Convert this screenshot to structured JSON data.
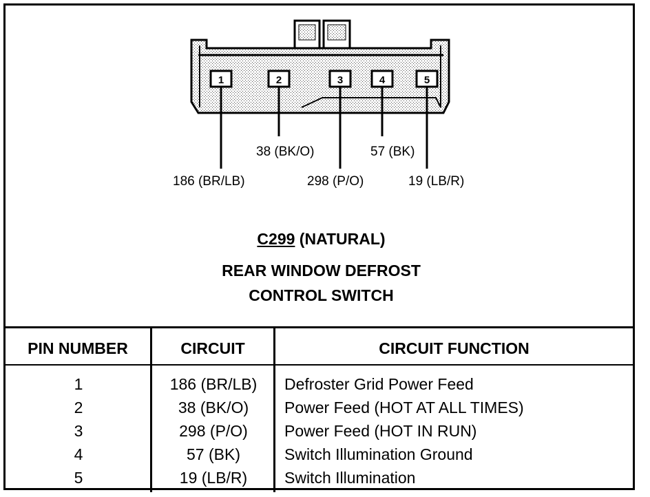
{
  "diagram": {
    "pins": [
      {
        "number": "1",
        "wire_label": "186 (BR/LB)"
      },
      {
        "number": "2",
        "wire_label": "38 (BK/O)"
      },
      {
        "number": "3",
        "wire_label": "298 (P/O)"
      },
      {
        "number": "4",
        "wire_label": "57 (BK)"
      },
      {
        "number": "5",
        "wire_label": "19 (LB/R)"
      }
    ],
    "connector_id": "C299",
    "connector_color": "(NATURAL)",
    "title_line1": "REAR WINDOW DEFROST",
    "title_line2": "CONTROL SWITCH"
  },
  "table": {
    "headers": {
      "pin": "PIN NUMBER",
      "circuit": "CIRCUIT",
      "function": "CIRCUIT FUNCTION"
    },
    "rows": [
      {
        "pin": "1",
        "circuit": "186 (BR/LB)",
        "function": "Defroster Grid Power Feed"
      },
      {
        "pin": "2",
        "circuit": "38 (BK/O)",
        "function": "Power Feed (HOT AT ALL TIMES)"
      },
      {
        "pin": "3",
        "circuit": "298 (P/O)",
        "function": "Power Feed (HOT IN RUN)"
      },
      {
        "pin": "4",
        "circuit": "57 (BK)",
        "function": "Switch Illumination Ground"
      },
      {
        "pin": "5",
        "circuit": "19 (LB/R)",
        "function": "Switch Illumination"
      }
    ]
  }
}
